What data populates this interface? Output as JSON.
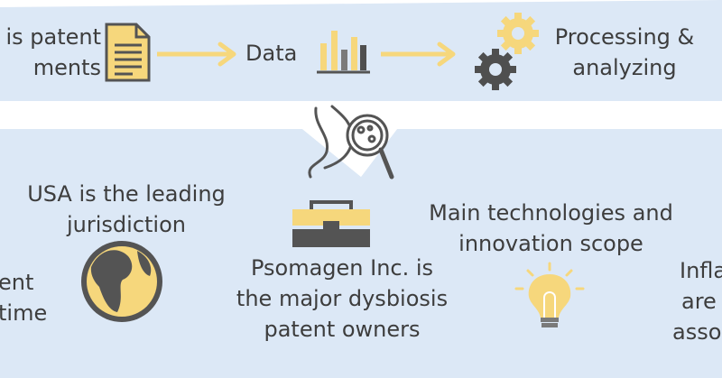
{
  "palette": {
    "band": "#dce8f6",
    "accent": "#f6d77c",
    "outline": "#545454",
    "gear_dark": "#4f4f4f",
    "text": "#3d3d3d"
  },
  "top_flow": {
    "step1": {
      "line1": "is patent",
      "line2": "ments",
      "icon": "document-icon"
    },
    "step2": {
      "label": "Data",
      "icon": "bar-chart-icon"
    },
    "step3": {
      "line1": "Processing &",
      "line2": "analyzing",
      "icon": "gears-icon"
    }
  },
  "center_icon": "gut-magnifier-icon",
  "findings": {
    "left_edge": {
      "line1": "ent",
      "line2": "time"
    },
    "usa": {
      "line1": "USA is the leading",
      "line2": "jurisdiction",
      "icon": "globe-icon"
    },
    "psomagen": {
      "line1": "Psomagen Inc. is",
      "line2": "the major dysbiosis",
      "line3": "patent owners",
      "icon": "toolbox-icon"
    },
    "tech": {
      "line1": "Main technologies and",
      "line2": "innovation scope",
      "icon": "lightbulb-icon"
    },
    "right_edge": {
      "line1": "Infla",
      "line2": "are",
      "line3": "asso"
    }
  }
}
